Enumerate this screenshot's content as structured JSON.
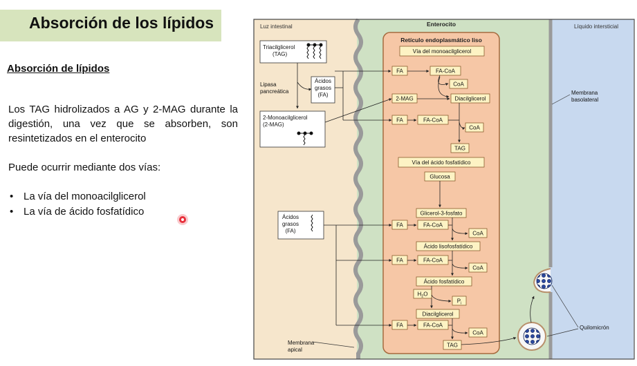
{
  "slide": {
    "title": "Absorción de los lípidos",
    "subheading": "Absorción de lípidos",
    "paragraph": "Los TAG hidrolizados a AG y 2-MAG durante la digestión, una vez que se absorben, son resintetizados en el enterocito",
    "paragraph2": "Puede ocurrir mediante dos vías:",
    "bullets": [
      "La vía del monoacilglicerol",
      "La vía de ácido fosfatídico"
    ]
  },
  "diagram": {
    "regions": {
      "lumen": "Luz intestinal",
      "enterocyte": "Enterocito",
      "interstitial": "Líquido intersticial",
      "er": "Retículo endoplasmático liso"
    },
    "lumen_labels": {
      "tag_line1": "Triacilglicerol",
      "tag_line2": "(TAG)",
      "lipase_line1": "Lipasa",
      "lipase_line2": "pancreática",
      "fa_line1": "Ácidos",
      "fa_line2": "grasos",
      "fa_line3": "(FA)",
      "mag_line1": "2-Monoacilglicerol",
      "mag_line2": "(2-MAG)",
      "fa2_line1": "Ácidos",
      "fa2_line2": "grasos",
      "fa2_line3": "(FA)",
      "apical_line1": "Membrana",
      "apical_line2": "apical"
    },
    "mag_pathway": {
      "title": "Vía del monoacilglicerol",
      "fa": "FA",
      "facoa": "FA-CoA",
      "coa": "CoA",
      "mag": "2-MAG",
      "dag": "Diacilglicerol",
      "fa2": "FA",
      "facoa2": "FA-CoA",
      "coa2": "CoA",
      "tag": "TAG"
    },
    "pa_pathway": {
      "title": "Vía del ácido fosfatídico",
      "glucose": "Glucosa",
      "g3p": "Glicerol-3-fosfato",
      "fa1": "FA",
      "facoa1": "FA-CoA",
      "coa1": "CoA",
      "lpa": "Ácido lisofosfatídico",
      "fa2": "FA",
      "facoa2": "FA-CoA",
      "coa2": "CoA",
      "pa": "Ácido fosfatídico",
      "h2o_base": "H",
      "h2o_sub": "2",
      "h2o_tail": "O",
      "pi_base": "P",
      "pi_sub": "i",
      "dag": "Diacilglicerol",
      "fa3": "FA",
      "facoa3": "FA-CoA",
      "coa3": "CoA",
      "tag": "TAG"
    },
    "right_labels": {
      "basolateral_line1": "Membrana",
      "basolateral_line2": "basolateral",
      "chylomicron": "Quilomicrón"
    },
    "colors": {
      "lumen": "#f6e6cc",
      "enterocyte": "#cfe1c4",
      "er": "#f6c7a6",
      "interstitial": "#c8d9ef",
      "box_fill": "#fdf3c4",
      "box_stroke": "#7a4a1c"
    }
  }
}
